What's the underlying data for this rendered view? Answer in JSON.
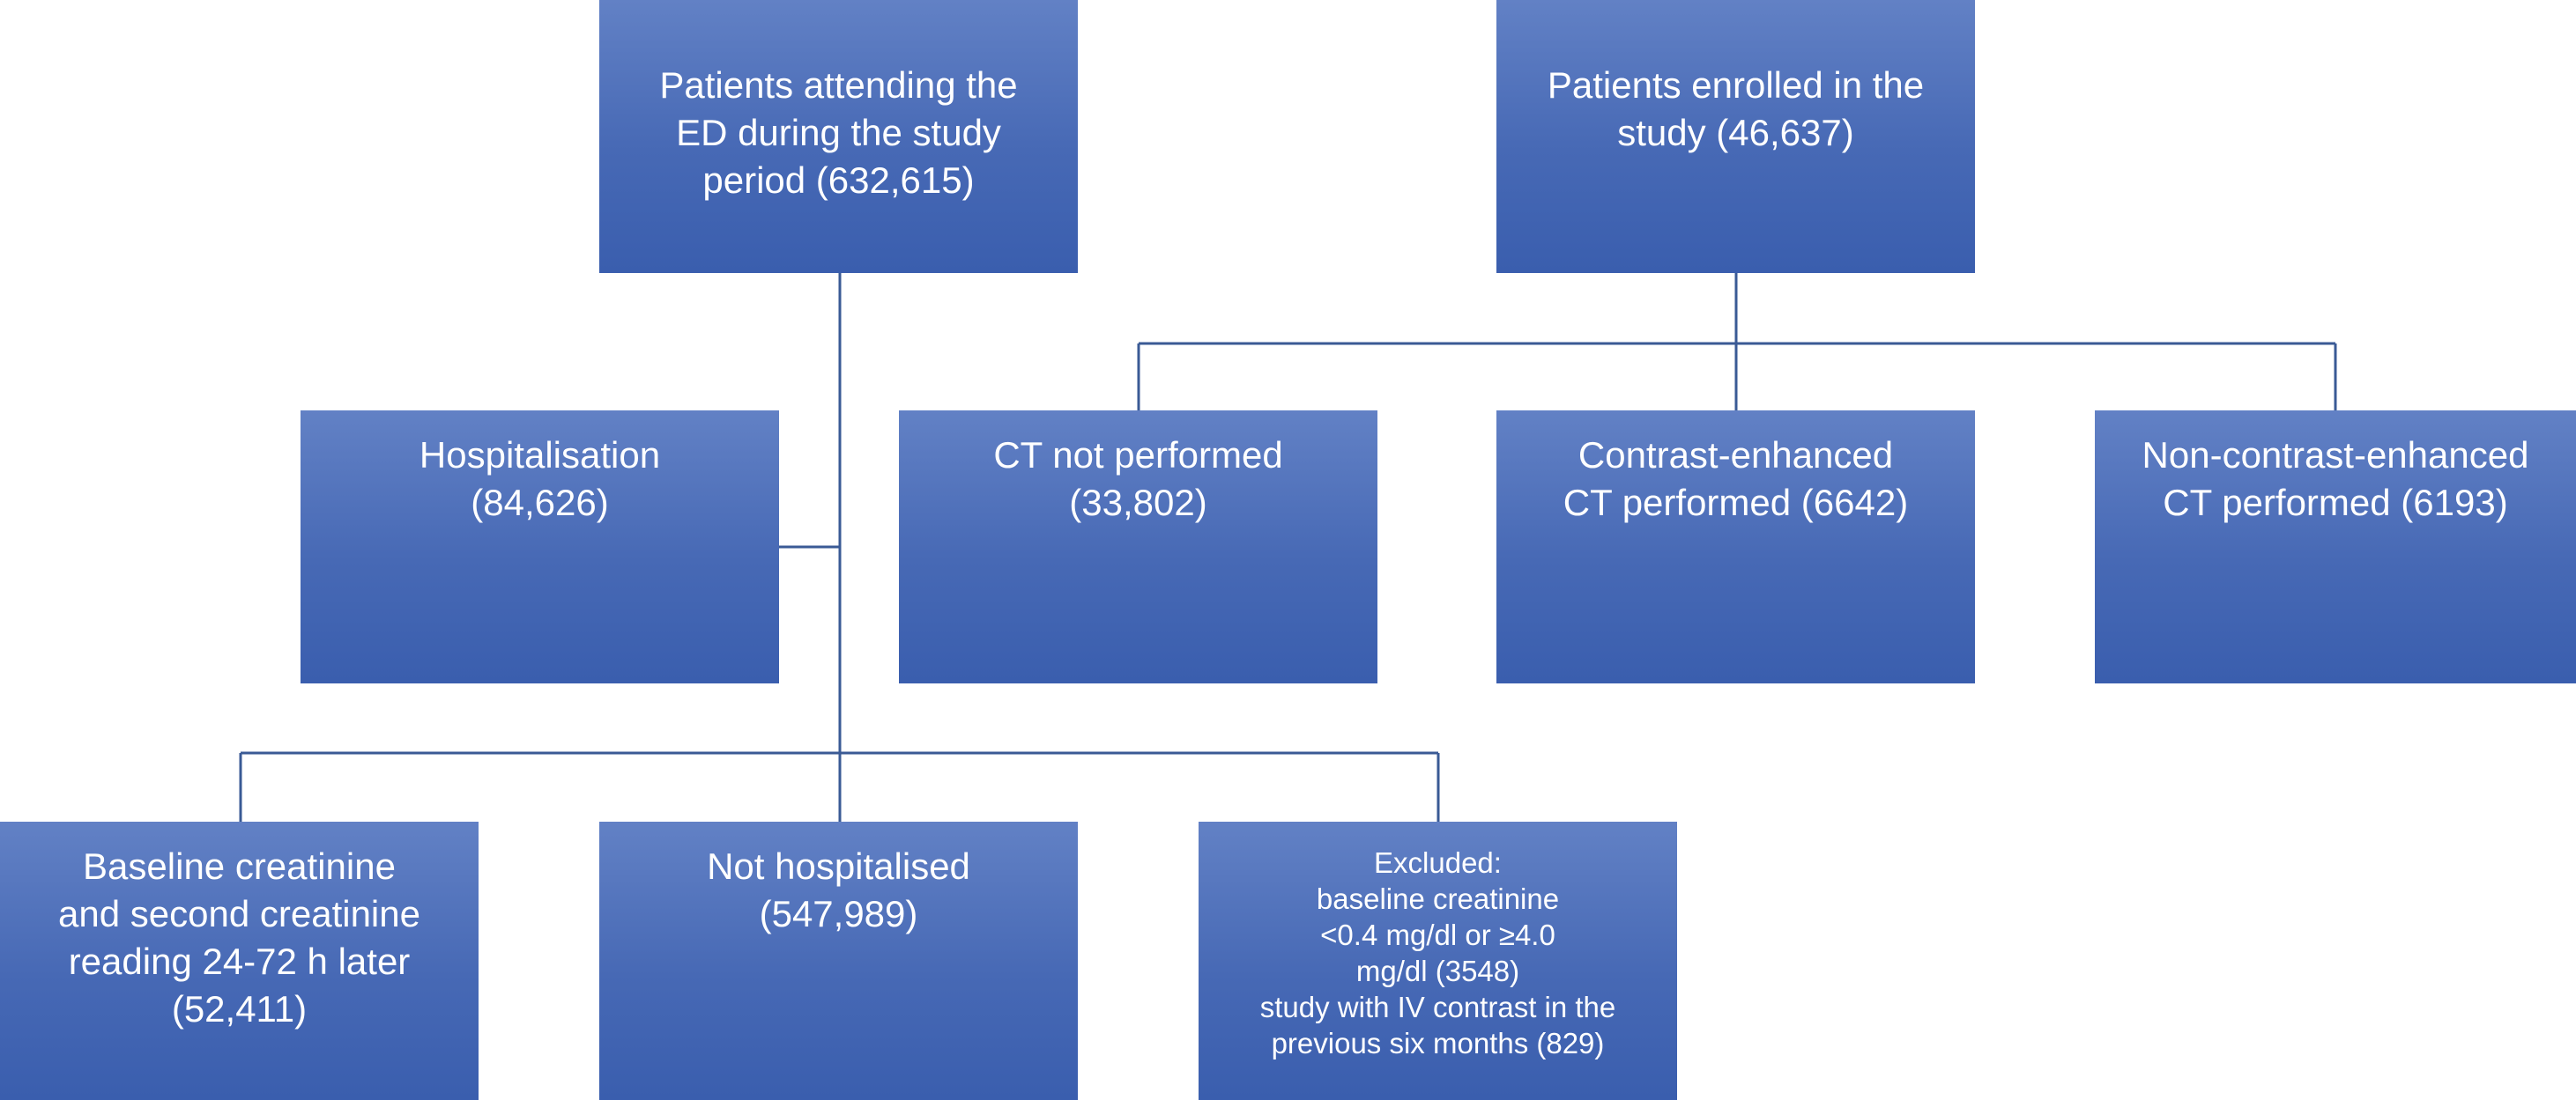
{
  "diagram": {
    "line_color": "#3a5a95",
    "box_color_top": "#6281c5",
    "box_color_bottom": "#3a5eae",
    "nodes": {
      "ed_patients": {
        "lines": [
          "Patients attending the",
          "ED during the study",
          "period (632,615)"
        ]
      },
      "enrolled": {
        "lines": [
          "Patients enrolled in the",
          "study (46,637)"
        ]
      },
      "hospitalisation": {
        "lines": [
          "Hospitalisation",
          "(84,626)"
        ]
      },
      "ct_not_performed": {
        "lines": [
          "CT not performed",
          "(33,802)"
        ]
      },
      "contrast_ct": {
        "lines": [
          "Contrast-enhanced",
          "CT performed (6642)"
        ]
      },
      "non_contrast_ct": {
        "lines": [
          "Non-contrast-enhanced",
          "CT performed (6193)"
        ]
      },
      "baseline_creatinine": {
        "lines": [
          "Baseline creatinine",
          "and second creatinine",
          "reading 24-72 h later",
          "(52,411)"
        ]
      },
      "not_hospitalised": {
        "lines": [
          "Not hospitalised",
          "(547,989)"
        ]
      },
      "excluded": {
        "lines": [
          "Excluded:",
          "baseline creatinine",
          "<0.4 mg/dl or ≥4.0",
          "mg/dl (3548)",
          "study with IV contrast in the",
          "previous six months (829)"
        ]
      }
    }
  }
}
